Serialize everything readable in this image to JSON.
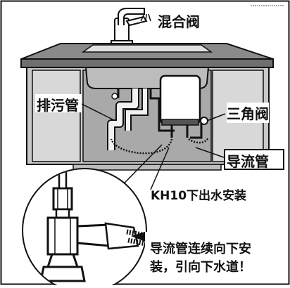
{
  "labels": {
    "mixing_valve": "混合阀",
    "drain_pipe": "排污管",
    "angle_valve": "三角阀",
    "guide_pipe": "导流管",
    "model_caption": "KH10下出水安装",
    "note_line1": "导流管连续向下安",
    "note_line2": "装，引向下水道！"
  }
}
